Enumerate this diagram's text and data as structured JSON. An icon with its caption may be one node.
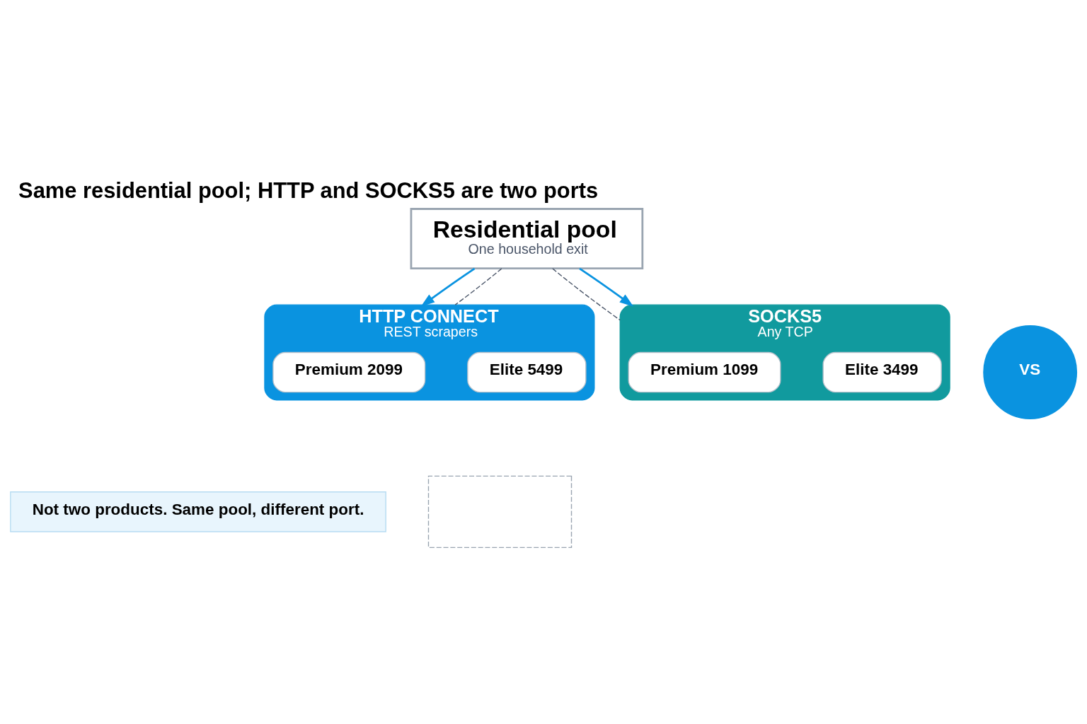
{
  "diagram": {
    "title": "Same residential pool; HTTP and SOCKS5 are two ports",
    "nodes": [
      {
        "text": [
          "Residential pool",
          "One household exit"
        ]
      },
      {
        "text": [
          "HTTP CONNECT",
          "REST scrapers"
        ]
      },
      {
        "text": [
          "Premium 2099"
        ],
        "in": 1
      },
      {
        "text": [
          "Elite 5499"
        ],
        "in": 1
      },
      {
        "text": [
          "VS"
        ]
      },
      {
        "text": [
          "SOCKS5",
          "Any TCP"
        ]
      },
      {
        "text": [
          "Premium 1099"
        ],
        "in": 5
      },
      {
        "text": [
          "Elite 3499"
        ],
        "in": 5
      },
      {
        "text": [
          "Not two products. Same pool, different port."
        ]
      },
      {
        "text": [],
        "shape": "box"
      }
    ],
    "edges": [
      {
        "from": 0,
        "to": 1,
        "arrow": "to",
        "color": "#0a93e0"
      },
      {
        "from": 0,
        "to": 1,
        "arrow": "none",
        "style": "dashed",
        "color": "#4a5568"
      },
      {
        "from": 0,
        "to": 5,
        "arrow": "none",
        "style": "dashed",
        "color": "#4a5568"
      },
      {
        "from": 0,
        "to": 5,
        "arrow": "to",
        "color": "#0a93e0"
      }
    ]
  }
}
